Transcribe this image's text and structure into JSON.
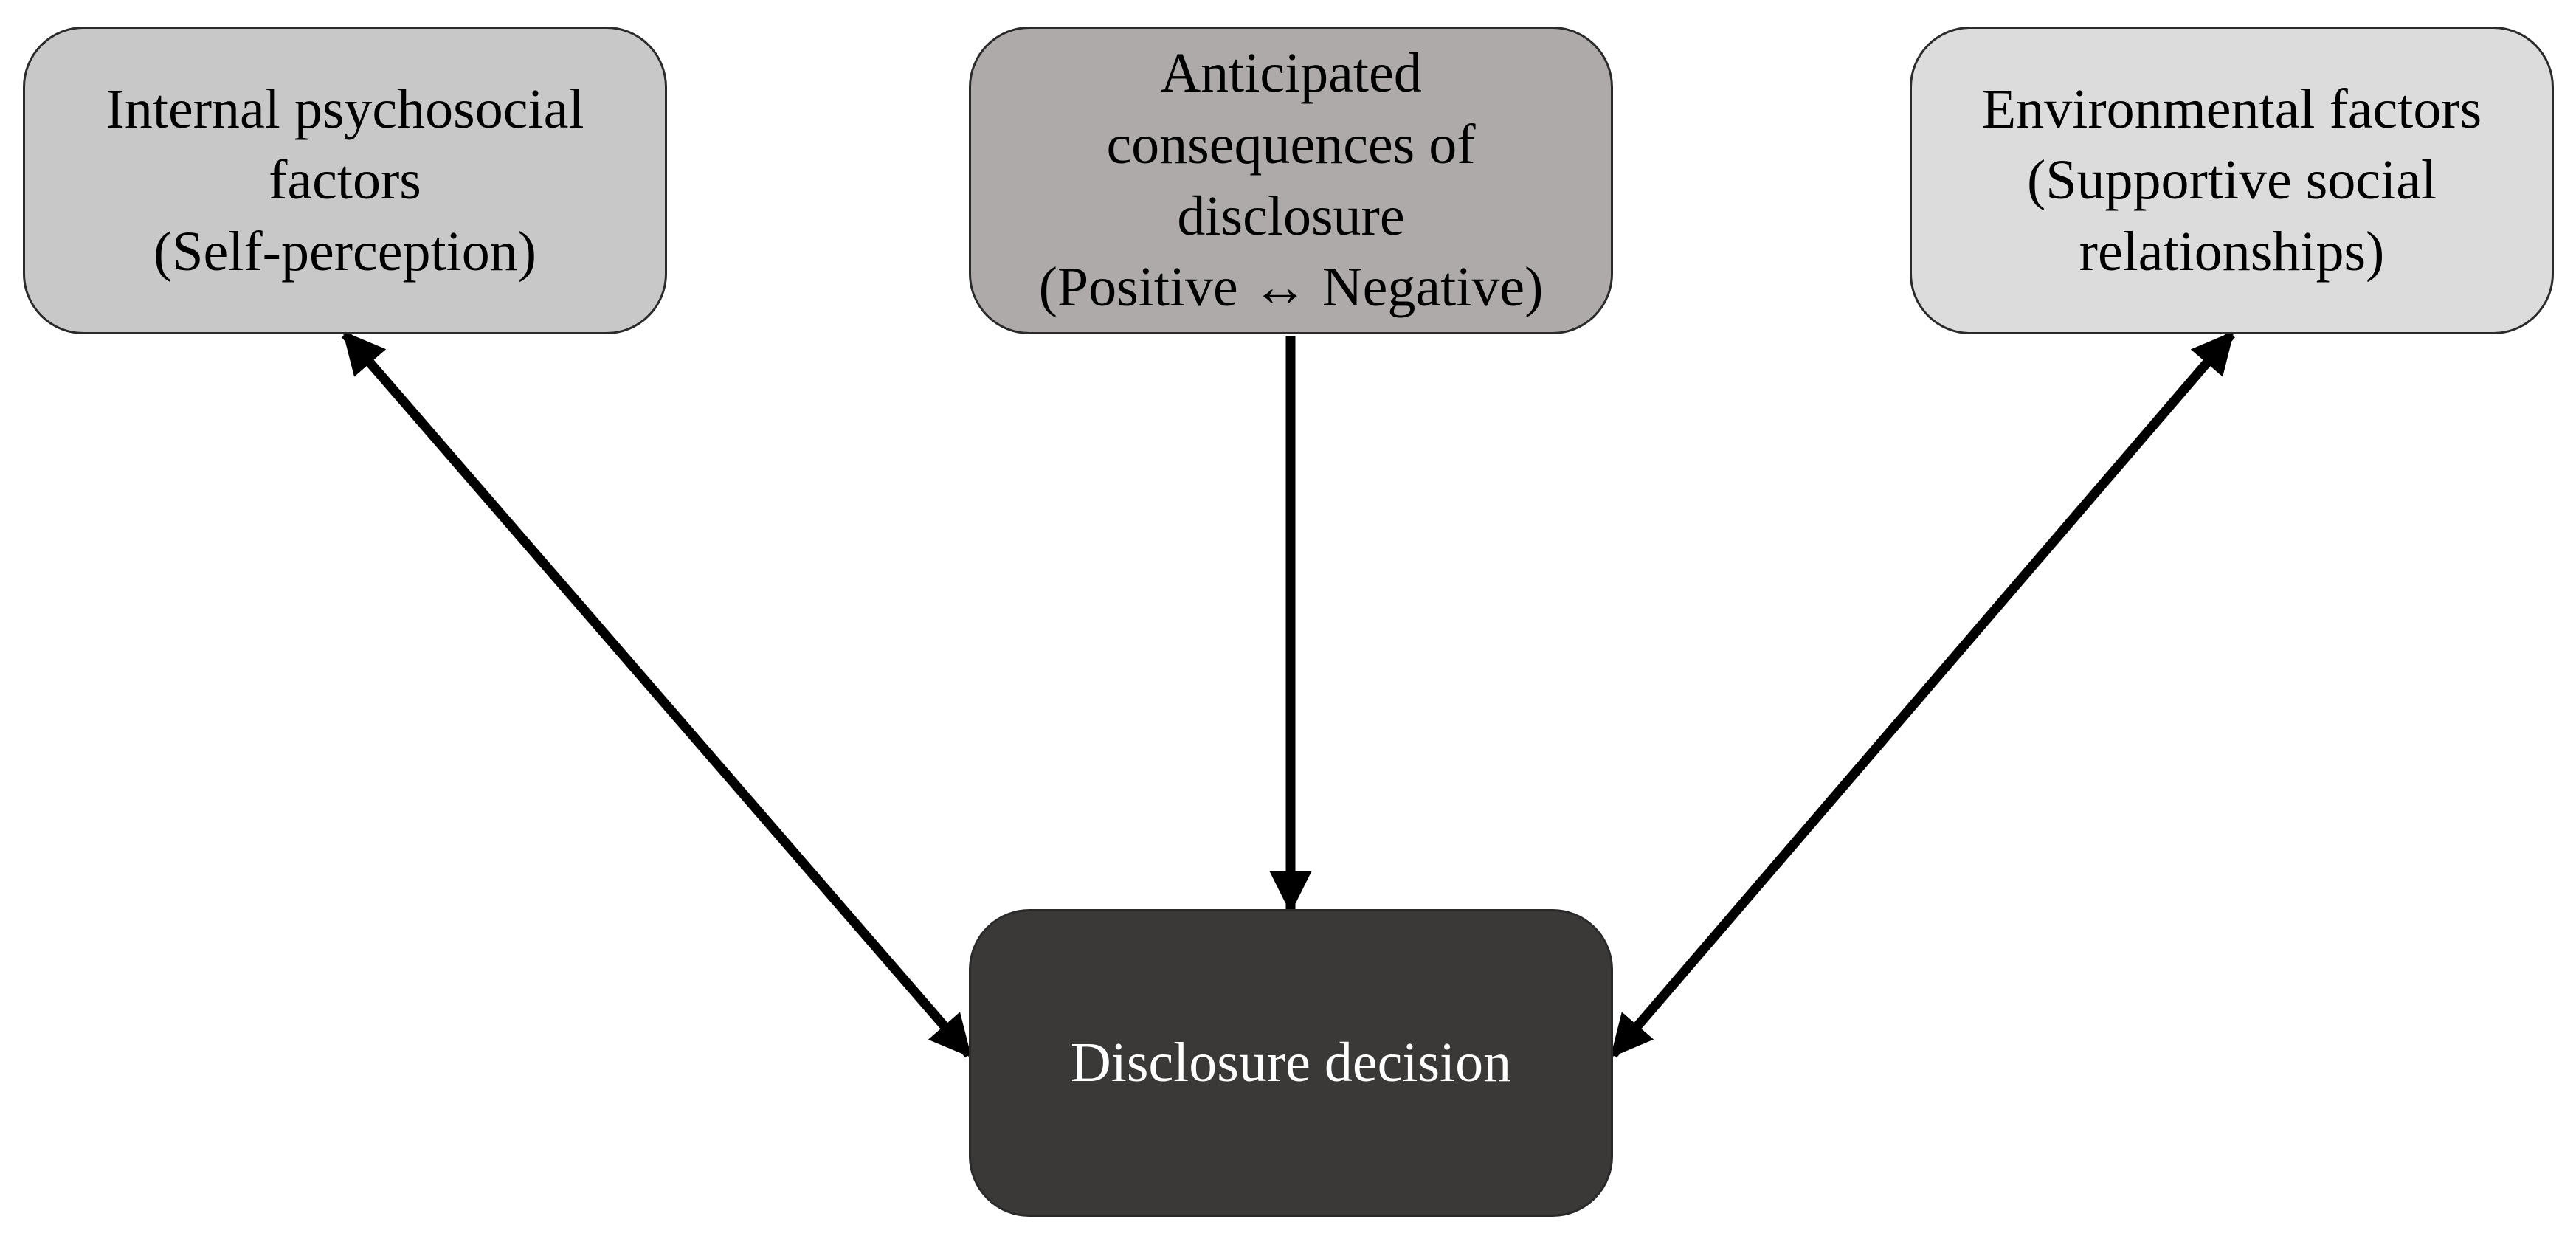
{
  "nodes": {
    "internal": {
      "lines": [
        "Internal psychosocial",
        "factors",
        "(Self-perception)"
      ],
      "fill": "#c8c8c8",
      "text_color": "#000000"
    },
    "anticipated": {
      "lines": [
        "Anticipated",
        "consequences of",
        "disclosure",
        "(Positive ↔ Negative)"
      ],
      "fill": "#aeaaaa",
      "text_color": "#000000"
    },
    "environmental": {
      "lines": [
        "Environmental factors",
        "(Supportive social",
        "relationships)"
      ],
      "fill": "#dcdcdc",
      "text_color": "#000000"
    },
    "decision": {
      "lines": [
        "Disclosure decision"
      ],
      "fill": "#3b3838",
      "text_color": "#ffffff"
    }
  },
  "edges": [
    {
      "from": "internal",
      "to": "decision",
      "direction": "both"
    },
    {
      "from": "anticipated",
      "to": "decision",
      "direction": "forward"
    },
    {
      "from": "environmental",
      "to": "decision",
      "direction": "both"
    }
  ],
  "colors": {
    "arrow": "#000000",
    "border": "#2a2a2a",
    "background": "#ffffff"
  }
}
